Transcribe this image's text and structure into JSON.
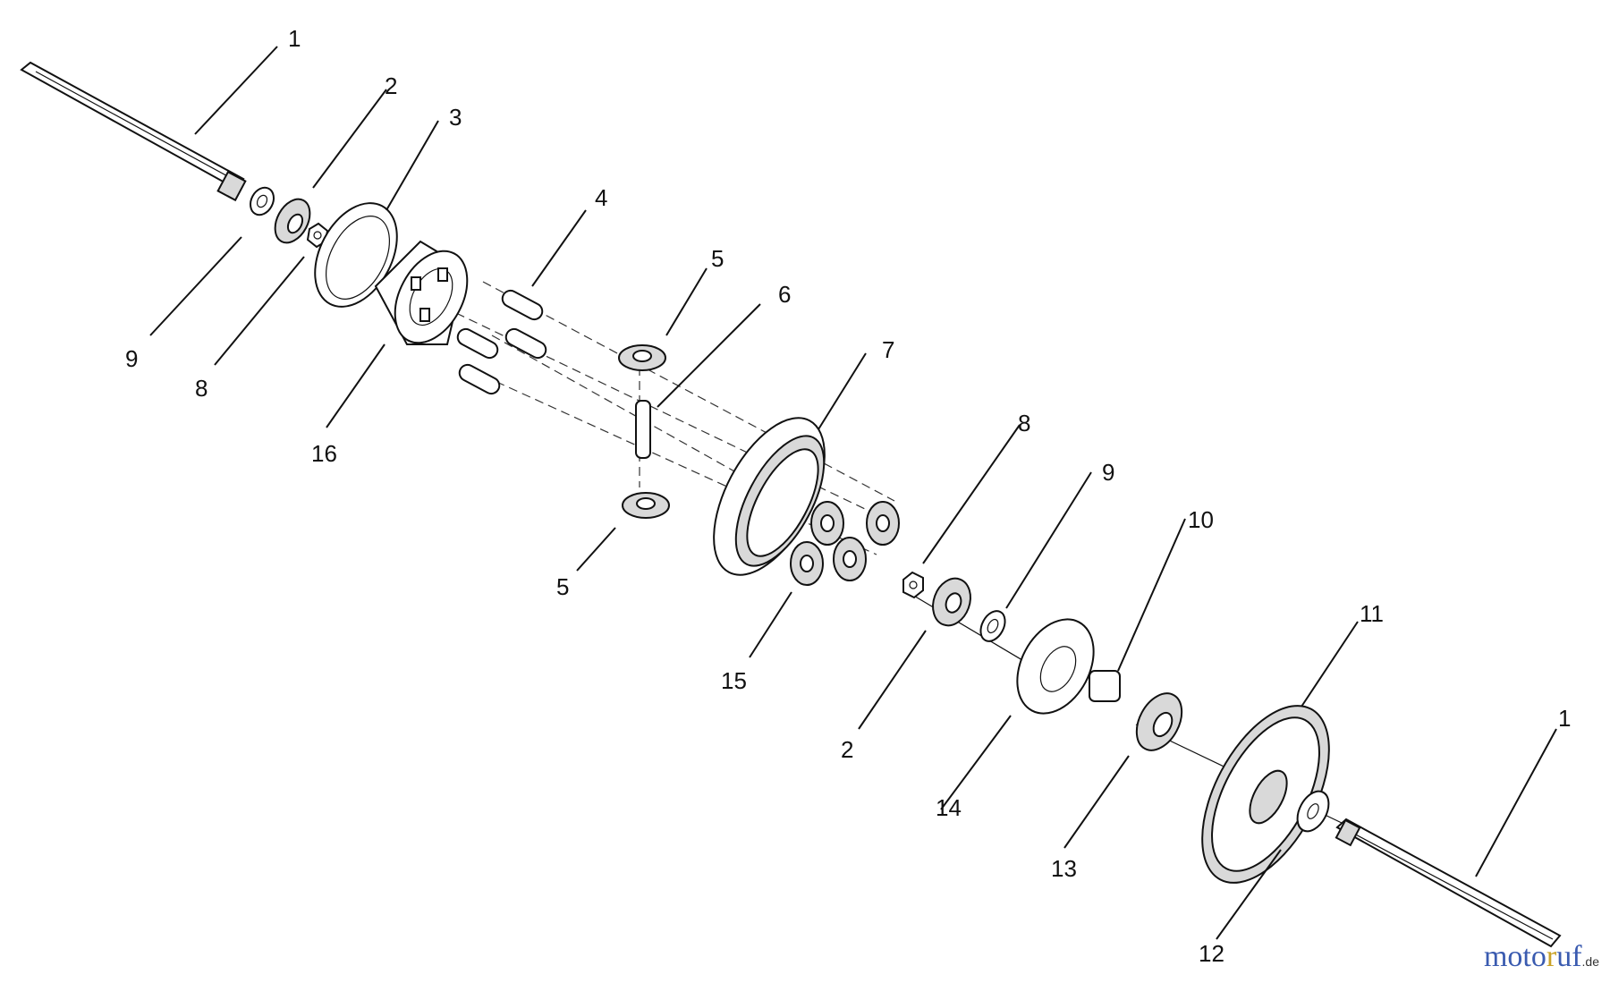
{
  "callouts": {
    "c1a": "1",
    "c2a": "2",
    "c3": "3",
    "c4": "4",
    "c5a": "5",
    "c6": "6",
    "c7": "7",
    "c8a": "8",
    "c9a": "9",
    "c16": "16",
    "c5b": "5",
    "c15": "15",
    "c8b": "8",
    "c9b": "9",
    "c10": "10",
    "c2b": "2",
    "c14": "14",
    "c11": "11",
    "c13": "13",
    "c1b": "1",
    "c12": "12"
  },
  "watermark": {
    "part1": "moto",
    "part2": "r",
    "part3": "uf",
    "tld": ".de"
  }
}
